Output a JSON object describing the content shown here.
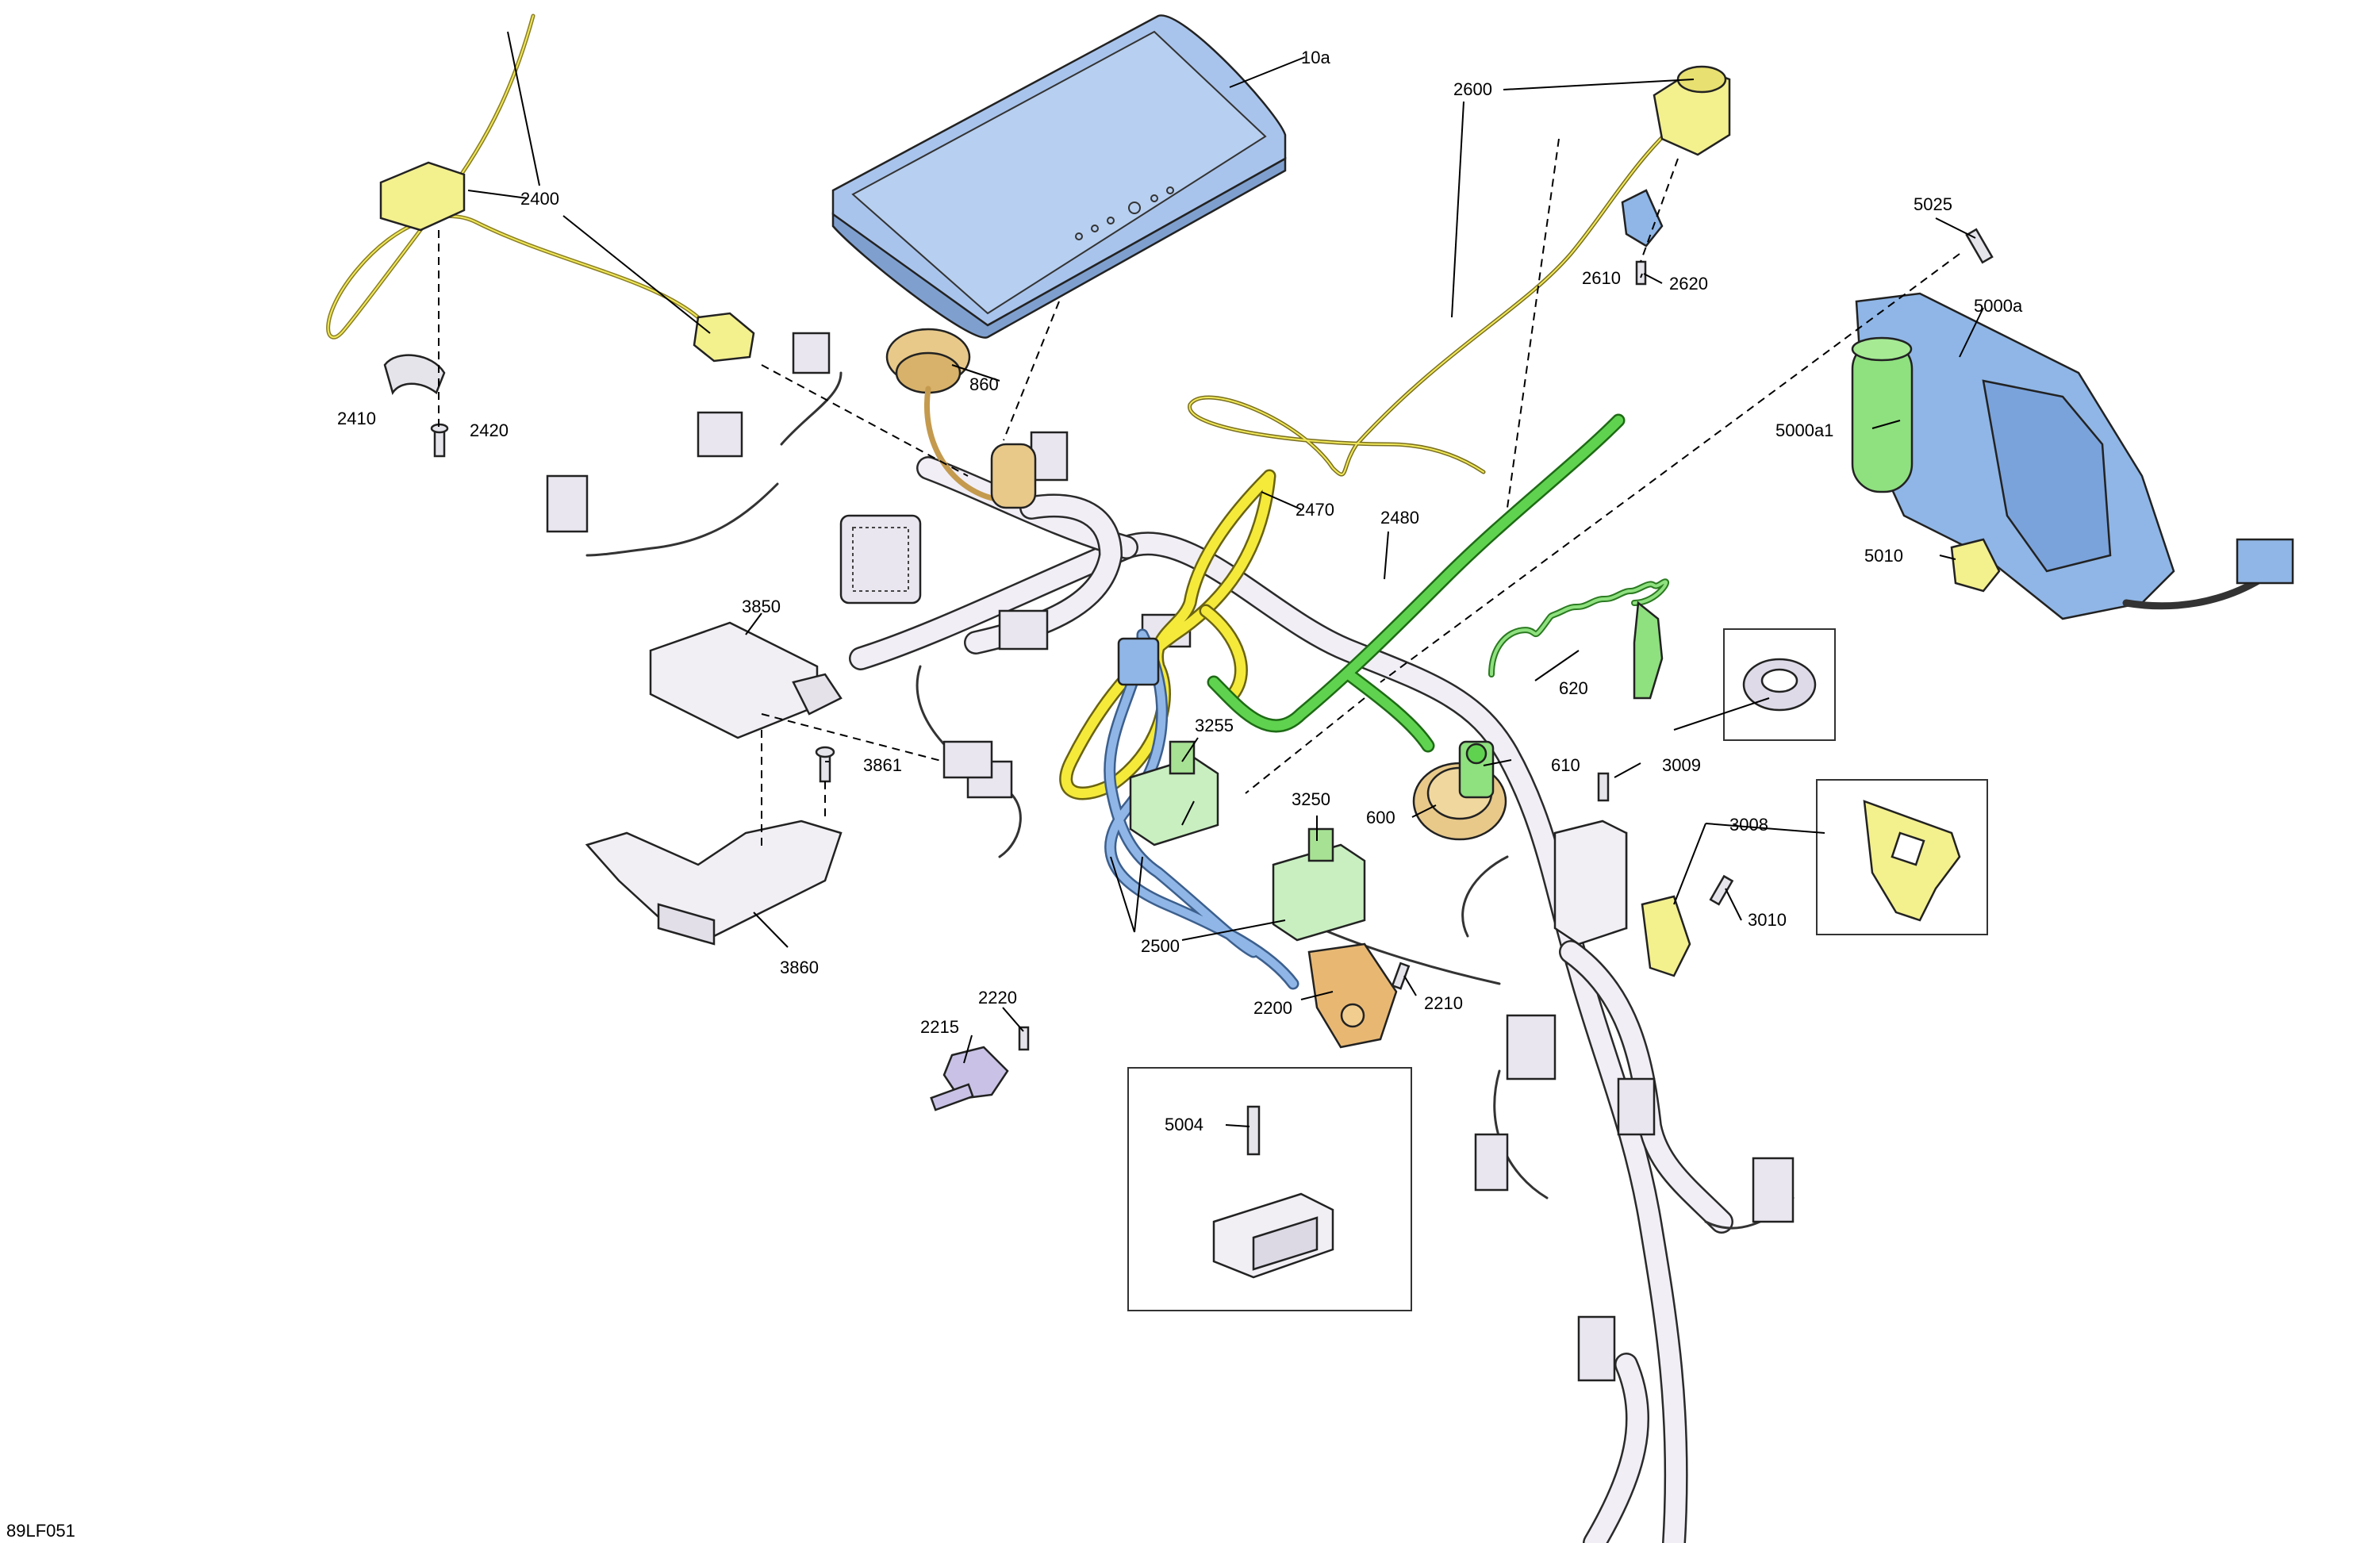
{
  "diagram": {
    "reference_code": "89LF051",
    "colors": {
      "display_blue": "#a9c4ec",
      "tan": "#e8c98a",
      "yellow_part": "#f3f08e",
      "yellow_wire": "#f5ea3a",
      "green_wire": "#5fd34f",
      "green_part": "#8fe07f",
      "light_blue": "#8fb6e6",
      "harness": "#f1eef6"
    },
    "callouts": {
      "c10a": "10a",
      "c2600": "2600",
      "c2400": "2400",
      "c5025": "5025",
      "c2610": "2610",
      "c2620": "2620",
      "c5000a": "5000a",
      "c860": "860",
      "c2410": "2410",
      "c2420": "2420",
      "c5000a1": "5000a1",
      "c2470": "2470",
      "c2480": "2480",
      "c5010": "5010",
      "c3850": "3850",
      "c620": "620",
      "c3255": "3255",
      "c3861": "3861",
      "c610": "610",
      "c3009": "3009",
      "c3250": "3250",
      "c600": "600",
      "c3008": "3008",
      "c3010": "3010",
      "c2500": "2500",
      "c3860": "3860",
      "c2220": "2220",
      "c2200": "2200",
      "c2210": "2210",
      "c2215": "2215",
      "c5004": "5004"
    }
  }
}
